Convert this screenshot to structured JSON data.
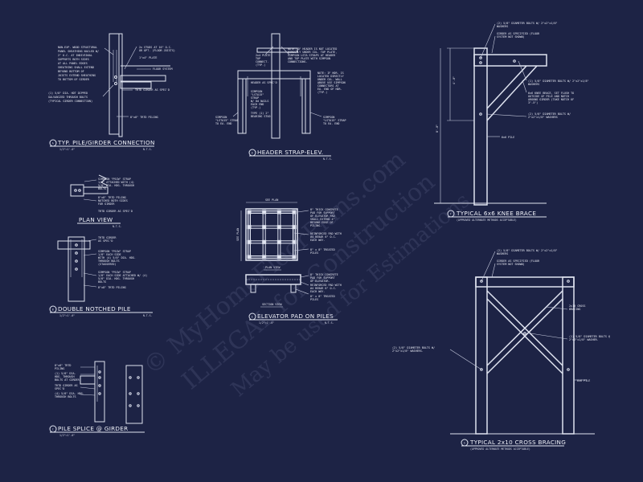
{
  "watermark": {
    "line1": "© MyHomeFloorPlans.com",
    "line2": "ILLEGAL for Construction",
    "line3": "May be used for Estimations"
  },
  "details": {
    "a": {
      "badge": "A",
      "title": "TYP. PILE/GIRDER CONNECTION",
      "scale": "1/2\"=1'-0\"",
      "nts": "N.T.S.",
      "notes": [
        "NON-EXP. WOOD STRUCTURAL",
        "PANEL SHEATHING NAILED W/",
        "2\" O.C. AT INDIVIDUAL",
        "SUPPORTS BOTH SIDES",
        "AT ALL PANEL EDGES",
        "SHEATHING SHALL EXTEND",
        "BEYOND BOTTOM OF",
        "JOISTS EXTEND SHEATHING",
        "TO BOTTOM OF GIRDER"
      ],
      "right_notes": [
        "2x STUDS AT 16\" O.C.",
        "OR OPT. (FLOOR JOISTS)",
        "1\"x4\" PLATE",
        "FLOOR SYSTEM",
        "TRTD GIRDER AS SPEC'D"
      ],
      "bolt_note": [
        "(1) 5/8\" DIA. HDT DIPPED",
        "GALVANIZED THROUGH BOLTS",
        "(TYPICAL GIRDER CONNECTION)"
      ],
      "piling": "8\"x8\" TRTD PILING"
    },
    "b_plan": {
      "title": "PLAN VIEW",
      "nts": "N.T.S.",
      "notes": [
        "SIMPSON \"PSCW\" STRAP",
        "1/8\" ATTACHED WITH (4)",
        "5/8\" DIA. HDG. THROUGH",
        "BOLTS",
        "8\"x8\" TRTD PILING",
        "NOTCHED BOTH SIDES",
        "FOR GIRDER",
        "TRTD GIRDER AS SPEC'D"
      ]
    },
    "b": {
      "badge": "B",
      "title": "DOUBLE NOTCHED PILE",
      "scale": "1/2\"=1'-0\"",
      "nts": "N.T.S.",
      "notes": [
        "TRTD GIRDER",
        "AS SPEC'D",
        "SIMPSON \"PSCW\" STRAP",
        "1/8\" EACH SIDE",
        "WITH (4) 5/8\" DIA. HDG.",
        "THROUGH BOLTS",
        "(STAGGERED)",
        "SIMPSON \"PSCW\" STRAP",
        "1/8\" EACH SIDE ATTACHED W/ (4)",
        "5/8\" DIA. HDG. THROUGH",
        "BOLTS",
        "8\"x8\" TRTD PILING"
      ]
    },
    "c": {
      "badge": "C",
      "title": "PILE SPLICE @ GIRDER",
      "scale": "1/2\"=1'-0\"",
      "notes": [
        "8\"x8\" TRTD",
        "PILING",
        "(1) 5/8\" DIA.",
        "HDG. THROUGH",
        "BOLTS AT GIRDER",
        "TRTD GIRDER AS",
        "SPEC'D",
        "(4) 5/8\" DIA. HDG.",
        "THROUGH BOLTS"
      ]
    },
    "d": {
      "badge": "D",
      "title": "HEADER STRAP-ELEV.",
      "nts": "N.T.S.",
      "notes_top": [
        "2x4 PLATE",
        "TOP",
        "CONNECT.",
        "(TYP.)"
      ],
      "notes_right": [
        "NOTE: IF HEADER IS NOT LOCATED",
        "DIRECTLY UNDER COL. TOP PLATE,",
        "SIMPSON LSTA STRAPS AT HEADER",
        "AND TOP PLATE WITH SIMPSON",
        "CONNECTIONS."
      ],
      "notes_right2": [
        "NOTE: IF HDR. IS",
        "LOCATED DIRECTLY",
        "UNDER COL. WALL",
        "ABOVE USE SIMPSON",
        "CONNECTORS AT",
        "EA. END OF HDR.",
        "(TYP.)"
      ],
      "left_notes": [
        "HEADER AS SPEC'D",
        "SIMPSON",
        "\"LSTA15\"",
        "STRAP",
        "W/ 8d NAILS",
        "EACH END",
        "(TYP.)",
        "TYPE (1) 2\"",
        "BEARING STUD"
      ],
      "bottom_left": [
        "SIMPSON",
        "\"LSTA15\" STRAP",
        "TO EA. END"
      ],
      "bottom_right": [
        "SIMPSON",
        "\"LSTA15\" STRAP",
        "TO EA. END"
      ]
    },
    "e": {
      "badge": "E",
      "title": "ELEVATOR PAD ON PILES",
      "scale": "1/2\"=1'-0\"",
      "nts": "N.T.S.",
      "dim_top": "SEE PLAN",
      "dim_side": "SEE PLAN",
      "notes": [
        "8\" THICK CONCRETE",
        "PAD FOR SUPPORT",
        "OF ELEVATOR PAD",
        "SHALL EXTEND 4\"",
        "BEYOND EDGE OF",
        "PILING.",
        "REINFORCED PAD WITH",
        "#4 REBAR 6\" O.C.",
        "EACH WAY.",
        "8\" x 8\" TREATED",
        "PILES"
      ],
      "plan_label": "PLAN VIEW",
      "section_label": "SECTION VIEW",
      "sec_notes": [
        "8\" THICK CONCRETE",
        "PAD FOR SUPPORT",
        "OF ELEVATOR.",
        "REINFORCED PAD WITH",
        "#4 REBAR 6\" O.C.",
        "EACH WAY.",
        "8\" x 8\" TREATED",
        "PILES"
      ]
    },
    "f": {
      "badge": "F",
      "title": "TYPICAL 6x6 KNEE BRACE",
      "subtitle": "(APPROVED ALTERNATE METHODS ACCEPTABLE)",
      "notes": [
        "(2) 5/8\" DIAMETER BOLTS W/ 2\"x2\"x1/8\"",
        "WASHERS",
        "GIRDER AS SPECIFIED (FLOOR",
        "SYSTEM NOT SHOWN)",
        "(1) 5/8\" DIAMETER BOLTS W/ 2\"x2\"x1/8\"",
        "WASHERS",
        "6x6 KNEE BRACE, SET FLUSH TO",
        "OUTSIDE OF PILE AND NOTCH",
        "AROUND GIRDER (TAKE NOTCH OF",
        "3\"-5\")",
        "(2) 5/8\" DIAMETER BOLTS W/",
        "2\"x2\"x1/8\" WASHERS",
        "6x6 PILE"
      ],
      "dim1": "4'-0\"",
      "dim2": "8'-0\""
    },
    "g": {
      "badge": "G",
      "title": "TYPICAL 2x10 CROSS BRACING",
      "subtitle": "(APPROVED ALTERNATE METHODS ACCEPTABLE)",
      "notes": [
        "(2) 5/8\" DIAMETER BOLTS W/ 2\"x2\"x1/8\"",
        "WASHERS",
        "GIRDER AS SPECIFIED (FLOOR",
        "SYSTEM NOT SHOWN)",
        "2x10 CROSS",
        "BRACING",
        "(2) 5/8\" DIAMETER BOLTS W/",
        "2\"x2\"x1/8\" WASHERS.",
        "(1) 5/8\" DIAMETER BOLTS @",
        "2\"x2\"x1/8\" WASHER.",
        "6x6 PILE"
      ]
    }
  }
}
